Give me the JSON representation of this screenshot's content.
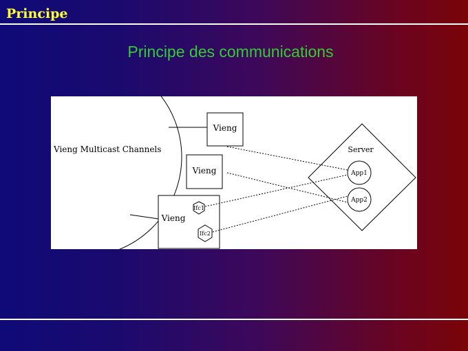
{
  "header": {
    "title": "Principe"
  },
  "slide": {
    "title": "Principe des communications"
  },
  "diagram": {
    "channels_label": "Vieng Multicast Channels",
    "nodes": {
      "vieng_1": "Vieng",
      "vieng_2": "Vieng",
      "vieng_3": "Vieng"
    },
    "interfaces": {
      "ifc1": "Ifc1",
      "ifc2": "Ifc2"
    },
    "server": {
      "label": "Server",
      "app1": "App1",
      "app2": "App2"
    }
  },
  "colors": {
    "title_yellow": "#ffff33",
    "title_green": "#33cc33",
    "bg_left": "#0f0a78",
    "bg_right": "#7a0408"
  }
}
